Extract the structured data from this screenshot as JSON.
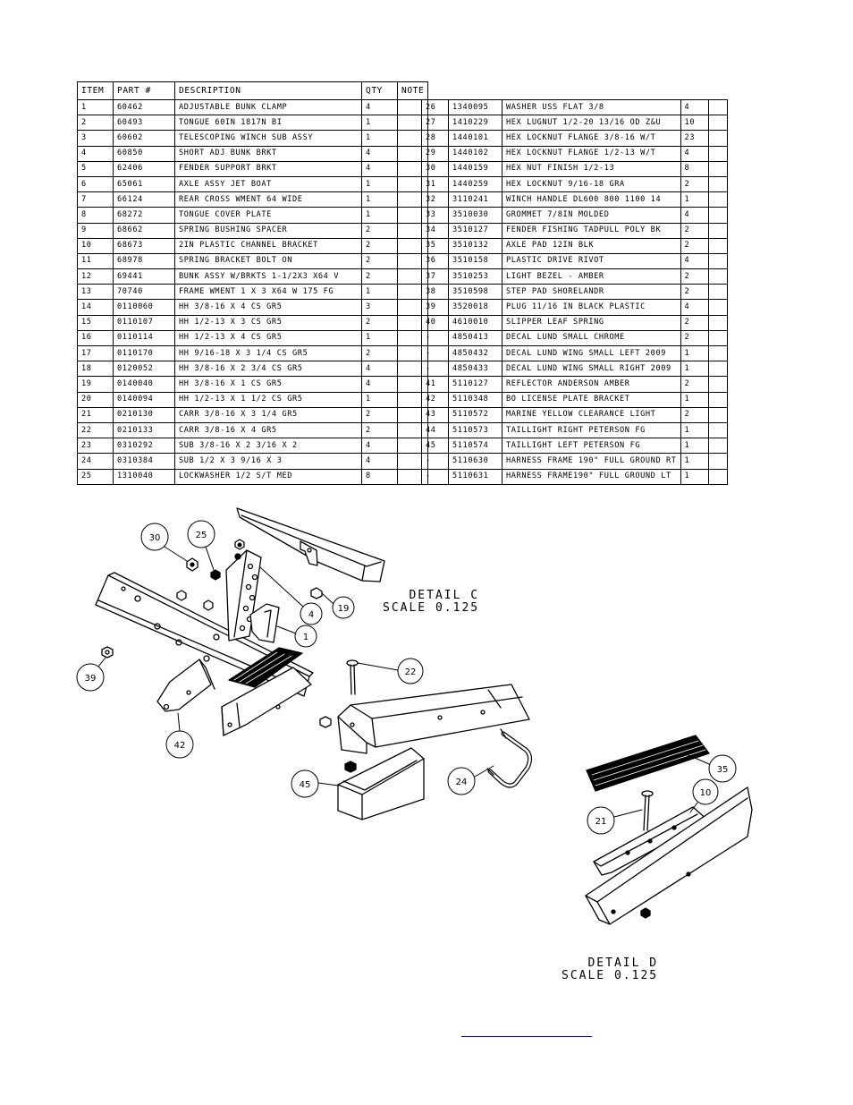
{
  "table_headers": {
    "item": "ITEM",
    "part": "PART #",
    "description": "DESCRIPTION",
    "qty": "QTY",
    "note": "NOTE"
  },
  "left_rows": [
    [
      "1",
      "60462",
      "ADJUSTABLE BUNK CLAMP",
      "4"
    ],
    [
      "2",
      "60493",
      "TONGUE   60IN 1817N BI",
      "1"
    ],
    [
      "3",
      "60602",
      "TELESCOPING WINCH SUB ASSY",
      "1"
    ],
    [
      "4",
      "60850",
      "SHORT ADJ BUNK BRKT",
      "4"
    ],
    [
      "5",
      "62406",
      "FENDER SUPPORT BRKT",
      "4"
    ],
    [
      "6",
      "65061",
      "AXLE ASSY JET BOAT",
      "1"
    ],
    [
      "7",
      "66124",
      "REAR CROSS WMENT 64 WIDE",
      "1"
    ],
    [
      "8",
      "68272",
      "TONGUE COVER PLATE",
      "1"
    ],
    [
      "9",
      "68662",
      "SPRING BUSHING SPACER",
      "2"
    ],
    [
      "10",
      "68673",
      "2IN PLASTIC CHANNEL BRACKET",
      "2"
    ],
    [
      "11",
      "68978",
      "SPRING BRACKET BOLT ON",
      "2"
    ],
    [
      "12",
      "69441",
      "BUNK ASSY W/BRKTS 1-1/2X3 X64 V",
      "2"
    ],
    [
      "13",
      "70740",
      "FRAME WMENT 1 X 3 X64 W 175 FG",
      "1"
    ],
    [
      "14",
      "0110060",
      "HH 3/8-16 X 4 CS GR5",
      "3"
    ],
    [
      "15",
      "0110107",
      "HH 1/2-13 X 3 CS GR5",
      "2"
    ],
    [
      "16",
      "0110114",
      "HH 1/2-13 X 4 CS GR5",
      "1"
    ],
    [
      "17",
      "0110170",
      "HH 9/16-18 X 3 1/4 CS GR5",
      "2"
    ],
    [
      "18",
      "0120052",
      "HH 3/8-16 X 2 3/4 CS GR5",
      "4"
    ],
    [
      "19",
      "0140040",
      "HH 3/8-16 X 1 CS GR5",
      "4"
    ],
    [
      "20",
      "0140094",
      "HH 1/2-13 X 1 1/2 CS GR5",
      "1"
    ],
    [
      "21",
      "0210130",
      "CARR 3/8-16 X 3 1/4 GR5",
      "2"
    ],
    [
      "22",
      "0210133",
      "CARR 3/8-16 X 4 GR5",
      "2"
    ],
    [
      "23",
      "0310292",
      "SUB 3/8-16 X 2 3/16 X 2",
      "4"
    ],
    [
      "24",
      "0310384",
      "SUB 1/2 X 3 9/16 X 3",
      "4"
    ],
    [
      "25",
      "1310040",
      "LOCKWASHER 1/2 S/T MED",
      "8"
    ]
  ],
  "right_rows": [
    [
      "26",
      "1340095",
      "WASHER USS FLAT 3/8",
      "4"
    ],
    [
      "27",
      "1410229",
      "HEX LUGNUT 1/2-20 13/16 OD Z&U",
      "10"
    ],
    [
      "28",
      "1440101",
      "HEX LOCKNUT FLANGE 3/8-16 W/T",
      "23"
    ],
    [
      "29",
      "1440102",
      "HEX LOCKNUT FLANGE 1/2-13 W/T",
      "4"
    ],
    [
      "30",
      "1440159",
      "HEX NUT FINISH 1/2-13",
      "8"
    ],
    [
      "31",
      "1440259",
      "HEX LOCKNUT 9/16-18 GRA",
      "2"
    ],
    [
      "32",
      "3110241",
      "WINCH HANDLE   DL600 800 1100 14",
      "1"
    ],
    [
      "33",
      "3510030",
      "GROMMET  7/8IN MOLDED",
      "4"
    ],
    [
      "34",
      "3510127",
      "FENDER  FISHING TADPULL POLY BK",
      "2"
    ],
    [
      "35",
      "3510132",
      "AXLE PAD 12IN  BLK",
      "2"
    ],
    [
      "36",
      "3510158",
      "PLASTIC DRIVE RIVOT",
      "4"
    ],
    [
      "37",
      "3510253",
      "LIGHT BEZEL - AMBER",
      "2"
    ],
    [
      "38",
      "3510598",
      "STEP PAD SHORELANDR",
      "2"
    ],
    [
      "39",
      "3520018",
      "PLUG 11/16 IN BLACK PLASTIC",
      "4"
    ],
    [
      "40",
      "4610010",
      "SLIPPER LEAF SPRING",
      "2"
    ],
    [
      "-",
      "4850413",
      "DECAL LUND SMALL CHROME",
      "2"
    ],
    [
      "-",
      "4850432",
      "DECAL LUND WING SMALL LEFT 2009",
      "1"
    ],
    [
      "-",
      "4850433",
      "DECAL LUND WING SMALL RIGHT 2009",
      "1"
    ],
    [
      "41",
      "5110127",
      "REFLECTOR ANDERSON AMBER",
      "2"
    ],
    [
      "42",
      "5110348",
      "BO LICENSE PLATE BRACKET",
      "1"
    ],
    [
      "43",
      "5110572",
      "MARINE YELLOW CLEARANCE LIGHT",
      "2"
    ],
    [
      "44",
      "5110573",
      "TAILLIGHT RIGHT PETERSON FG",
      "1"
    ],
    [
      "45",
      "5110574",
      "TAILLIGHT LEFT PETERSON FG",
      "1"
    ],
    [
      "-",
      "5110630",
      "HARNESS FRAME 190\" FULL GROUND RT",
      "1"
    ],
    [
      "-",
      "5110631",
      "HARNESS FRAME190\" FULL GROUND LT",
      "1"
    ]
  ],
  "detail_c": {
    "title": "DETAIL  C",
    "scale": "SCALE  0.125"
  },
  "detail_d": {
    "title": "DETAIL  D",
    "scale": "SCALE  0.125"
  },
  "balloons": {
    "b30": "30",
    "b25": "25",
    "b4": "4",
    "b19": "19",
    "b1": "1",
    "b39": "39",
    "b42": "42",
    "b22": "22",
    "b45": "45",
    "b24": "24",
    "b35": "35",
    "b10": "10",
    "b21": "21"
  }
}
